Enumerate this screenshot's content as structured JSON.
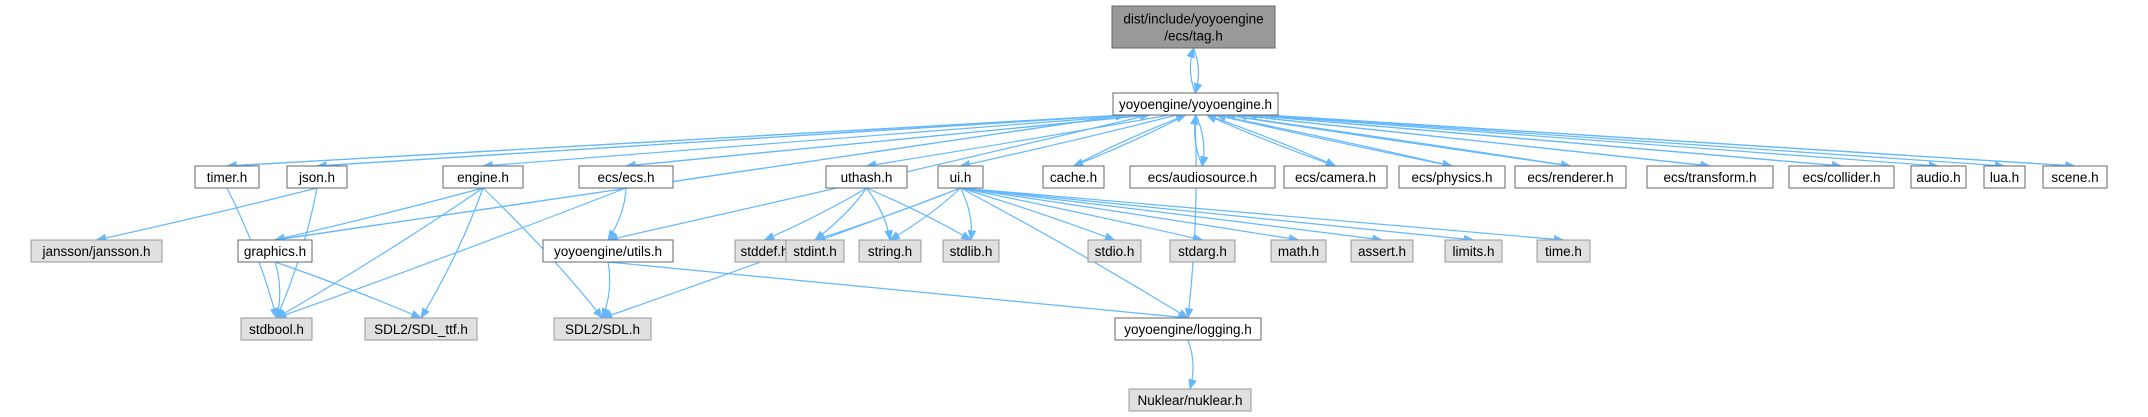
{
  "graph": {
    "nodes": [
      {
        "id": "root",
        "lines": [
          "dist/include/yoyoengine",
          "/ecs/tag.h"
        ],
        "kind": "root"
      },
      {
        "id": "yoyo",
        "lines": [
          "yoyoengine/yoyoengine.h"
        ],
        "kind": "doc"
      },
      {
        "id": "timer",
        "lines": [
          "timer.h"
        ],
        "kind": "doc"
      },
      {
        "id": "json",
        "lines": [
          "json.h"
        ],
        "kind": "doc"
      },
      {
        "id": "engine",
        "lines": [
          "engine.h"
        ],
        "kind": "doc"
      },
      {
        "id": "ecs",
        "lines": [
          "ecs/ecs.h"
        ],
        "kind": "doc"
      },
      {
        "id": "uthash",
        "lines": [
          "uthash.h"
        ],
        "kind": "doc"
      },
      {
        "id": "ui",
        "lines": [
          "ui.h"
        ],
        "kind": "doc"
      },
      {
        "id": "cache",
        "lines": [
          "cache.h"
        ],
        "kind": "doc"
      },
      {
        "id": "audiosource",
        "lines": [
          "ecs/audiosource.h"
        ],
        "kind": "doc"
      },
      {
        "id": "camera",
        "lines": [
          "ecs/camera.h"
        ],
        "kind": "doc"
      },
      {
        "id": "physics",
        "lines": [
          "ecs/physics.h"
        ],
        "kind": "doc"
      },
      {
        "id": "renderer",
        "lines": [
          "ecs/renderer.h"
        ],
        "kind": "doc"
      },
      {
        "id": "transform",
        "lines": [
          "ecs/transform.h"
        ],
        "kind": "doc"
      },
      {
        "id": "collider",
        "lines": [
          "ecs/collider.h"
        ],
        "kind": "doc"
      },
      {
        "id": "audio",
        "lines": [
          "audio.h"
        ],
        "kind": "doc"
      },
      {
        "id": "lua",
        "lines": [
          "lua.h"
        ],
        "kind": "doc"
      },
      {
        "id": "scene",
        "lines": [
          "scene.h"
        ],
        "kind": "doc"
      },
      {
        "id": "jansson",
        "lines": [
          "jansson/jansson.h"
        ],
        "kind": "ext"
      },
      {
        "id": "graphics",
        "lines": [
          "graphics.h"
        ],
        "kind": "doc"
      },
      {
        "id": "utils",
        "lines": [
          "yoyoengine/utils.h"
        ],
        "kind": "doc"
      },
      {
        "id": "stddef",
        "lines": [
          "stddef.h"
        ],
        "kind": "ext"
      },
      {
        "id": "stdint",
        "lines": [
          "stdint.h"
        ],
        "kind": "ext"
      },
      {
        "id": "string",
        "lines": [
          "string.h"
        ],
        "kind": "ext"
      },
      {
        "id": "stdlib",
        "lines": [
          "stdlib.h"
        ],
        "kind": "ext"
      },
      {
        "id": "stdio",
        "lines": [
          "stdio.h"
        ],
        "kind": "ext"
      },
      {
        "id": "stdarg",
        "lines": [
          "stdarg.h"
        ],
        "kind": "ext"
      },
      {
        "id": "math",
        "lines": [
          "math.h"
        ],
        "kind": "ext"
      },
      {
        "id": "assert",
        "lines": [
          "assert.h"
        ],
        "kind": "ext"
      },
      {
        "id": "limits",
        "lines": [
          "limits.h"
        ],
        "kind": "ext"
      },
      {
        "id": "time",
        "lines": [
          "time.h"
        ],
        "kind": "ext"
      },
      {
        "id": "stdbool",
        "lines": [
          "stdbool.h"
        ],
        "kind": "ext"
      },
      {
        "id": "sdlttf",
        "lines": [
          "SDL2/SDL_ttf.h"
        ],
        "kind": "ext"
      },
      {
        "id": "sdl",
        "lines": [
          "SDL2/SDL.h"
        ],
        "kind": "ext"
      },
      {
        "id": "logging",
        "lines": [
          "yoyoengine/logging.h"
        ],
        "kind": "doc"
      },
      {
        "id": "nuklear",
        "lines": [
          "Nuklear/nuklear.h"
        ],
        "kind": "ext"
      }
    ],
    "edges": [
      [
        "root",
        "yoyo"
      ],
      [
        "yoyo",
        "root"
      ],
      [
        "yoyo",
        "timer"
      ],
      [
        "timer",
        "yoyo"
      ],
      [
        "yoyo",
        "json"
      ],
      [
        "json",
        "yoyo"
      ],
      [
        "yoyo",
        "engine"
      ],
      [
        "yoyo",
        "ecs"
      ],
      [
        "ecs",
        "yoyo"
      ],
      [
        "yoyo",
        "uthash"
      ],
      [
        "yoyo",
        "ui"
      ],
      [
        "yoyo",
        "cache"
      ],
      [
        "cache",
        "yoyo"
      ],
      [
        "yoyo",
        "audiosource"
      ],
      [
        "audiosource",
        "yoyo"
      ],
      [
        "yoyo",
        "camera"
      ],
      [
        "camera",
        "yoyo"
      ],
      [
        "yoyo",
        "physics"
      ],
      [
        "physics",
        "yoyo"
      ],
      [
        "yoyo",
        "renderer"
      ],
      [
        "renderer",
        "yoyo"
      ],
      [
        "yoyo",
        "transform"
      ],
      [
        "transform",
        "yoyo"
      ],
      [
        "yoyo",
        "collider"
      ],
      [
        "collider",
        "yoyo"
      ],
      [
        "yoyo",
        "audio"
      ],
      [
        "yoyo",
        "lua"
      ],
      [
        "yoyo",
        "scene"
      ],
      [
        "scene",
        "yoyo"
      ],
      [
        "yoyo",
        "graphics"
      ],
      [
        "graphics",
        "yoyo"
      ],
      [
        "yoyo",
        "utils"
      ],
      [
        "yoyo",
        "logging"
      ],
      [
        "timer",
        "stdbool"
      ],
      [
        "json",
        "jansson"
      ],
      [
        "json",
        "stdbool"
      ],
      [
        "engine",
        "graphics"
      ],
      [
        "engine",
        "stdbool"
      ],
      [
        "engine",
        "sdlttf"
      ],
      [
        "engine",
        "sdl"
      ],
      [
        "ecs",
        "utils"
      ],
      [
        "ecs",
        "stdbool"
      ],
      [
        "graphics",
        "stdbool"
      ],
      [
        "graphics",
        "sdlttf"
      ],
      [
        "utils",
        "sdl"
      ],
      [
        "utils",
        "logging"
      ],
      [
        "uthash",
        "stddef"
      ],
      [
        "uthash",
        "stdint"
      ],
      [
        "uthash",
        "string"
      ],
      [
        "uthash",
        "stdlib"
      ],
      [
        "ui",
        "stdint"
      ],
      [
        "ui",
        "string"
      ],
      [
        "ui",
        "stdlib"
      ],
      [
        "ui",
        "stdio"
      ],
      [
        "ui",
        "stdarg"
      ],
      [
        "ui",
        "math"
      ],
      [
        "ui",
        "assert"
      ],
      [
        "ui",
        "limits"
      ],
      [
        "ui",
        "time"
      ],
      [
        "ui",
        "sdl"
      ],
      [
        "ui",
        "logging"
      ],
      [
        "logging",
        "nuklear"
      ]
    ]
  },
  "colors": {
    "edge": "#63b8ff",
    "root_fill": "#999999",
    "doc_fill": "#ffffff",
    "ext_fill": "#e0e0e0"
  }
}
